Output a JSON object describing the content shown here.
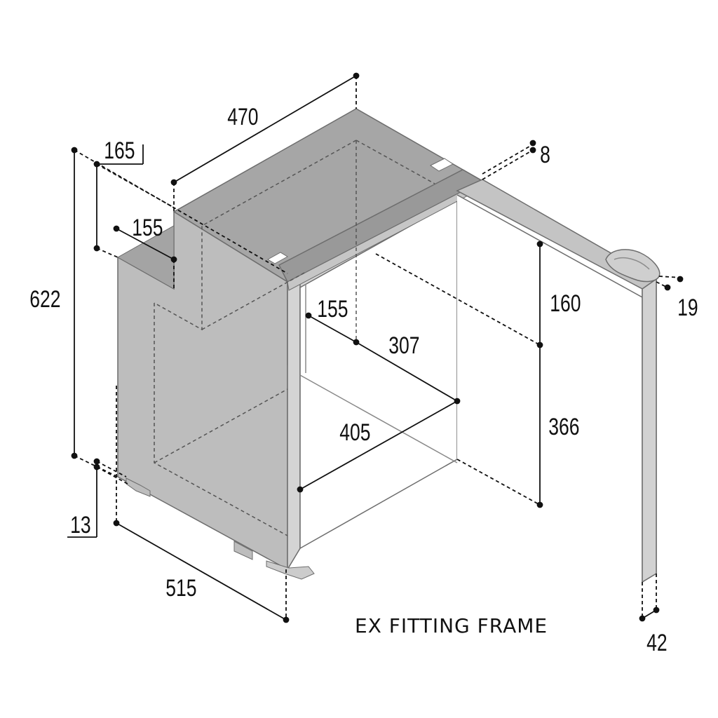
{
  "caption": "EX FITTING FRAME",
  "colors": {
    "line": "#111111",
    "panel_light": "#b9b9b9",
    "panel_side": "#bdbdbd",
    "panel_top": "#a6a6a6",
    "panel_back": "#c9c9c9",
    "frame": "#d6d6d6",
    "edge": "#6d6d6d",
    "door": "#c4c4c4",
    "interior": "#ffffff"
  },
  "dimensions": {
    "total_depth_top": "470",
    "top_recess_width": "165",
    "recess_depth": "155",
    "total_height": "622",
    "interior_shelf_depth": "155",
    "interior_depth": "307",
    "upper_height": "160",
    "lower_height": "366",
    "interior_width": "405",
    "door_offset": "8",
    "door_thickness": "19",
    "base_height": "13",
    "total_width": "515",
    "frame_depth": "42"
  },
  "icons": {
    "handle": "door-handle-icon"
  }
}
